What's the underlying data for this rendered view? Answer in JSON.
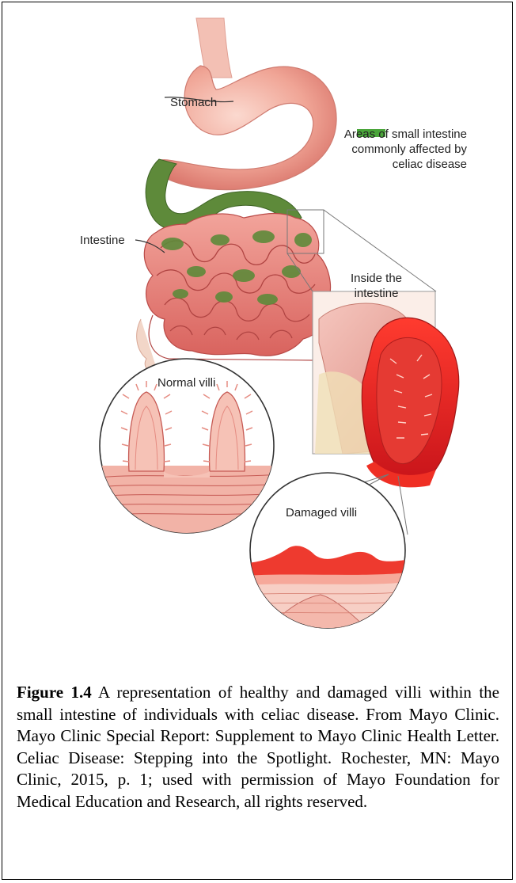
{
  "diagram": {
    "labels": {
      "stomach": "Stomach",
      "intestine": "Intestine",
      "inside": "Inside the intestine",
      "normal_villi": "Normal villi",
      "damaged_villi": "Damaged villi"
    },
    "legend": {
      "text": "Areas of small intestine commonly affected by celiac disease",
      "swatch_color": "#4aa53a"
    },
    "colors": {
      "tissue": "#e9877f",
      "tissue_dark": "#c84a4a",
      "stomach": "#f3b2a6",
      "inflamed": "#e52420",
      "affected": "#5e8a3a"
    }
  },
  "caption": {
    "label": "Figure 1.4",
    "text": " A representation of healthy and damaged villi within the small intestine of individuals with celiac disease. From Mayo Clinic. Mayo Clinic Special Report: Supplement to Mayo Clinic Health Letter. Celiac Disease: Stepping into the Spotlight. Rochester, MN: Mayo Clinic, 2015, p. 1; used with permission of Mayo Foundation for Medical Education and Research, all rights reserved."
  }
}
